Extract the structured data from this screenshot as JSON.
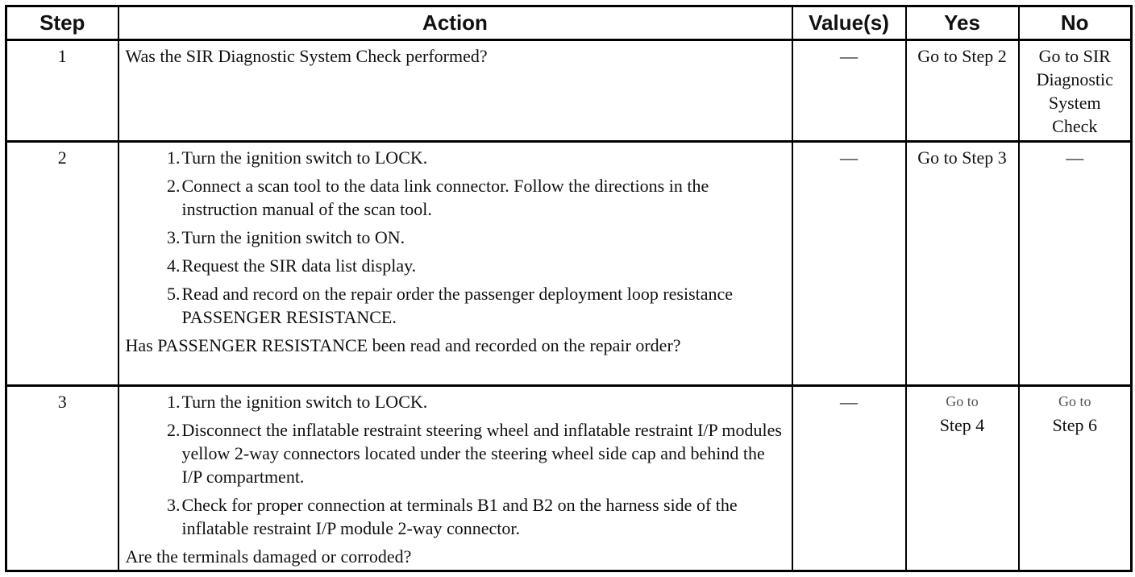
{
  "headers": {
    "step": "Step",
    "action": "Action",
    "values": "Value(s)",
    "yes": "Yes",
    "no": "No"
  },
  "rows": [
    {
      "step": "1",
      "question": "Was the SIR Diagnostic System Check performed?",
      "values": "—",
      "yes": "Go to Step 2",
      "no": "Go to SIR Diagnostic System Check"
    },
    {
      "step": "2",
      "items": [
        {
          "num": "1.",
          "text": "Turn the ignition switch to LOCK."
        },
        {
          "num": "2.",
          "text": "Connect a scan tool to the data link connector. Follow the directions in the instruction manual of the scan tool."
        },
        {
          "num": "3.",
          "text": "Turn the ignition switch to ON."
        },
        {
          "num": "4.",
          "text": "Request the SIR data list display."
        },
        {
          "num": "5.",
          "text": "Read and record on the repair order the passenger deployment loop resistance PASSENGER RESISTANCE."
        }
      ],
      "question": "Has PASSENGER RESISTANCE been read and recorded on the repair order?",
      "values": "—",
      "yes": "Go to Step 3",
      "no": "—"
    },
    {
      "step": "3",
      "items": [
        {
          "num": "1.",
          "text": "Turn the ignition switch to LOCK."
        },
        {
          "num": "2.",
          "text": "Disconnect the inflatable restraint steering wheel and inflatable restraint I/P modules yellow 2-way connectors located under the steering wheel side cap and behind the I/P compartment."
        },
        {
          "num": "3.",
          "text": "Check for proper connection at terminals B1 and B2 on the harness side of the inflatable restraint I/P module 2-way connector."
        }
      ],
      "question": "Are the terminals damaged or corroded?",
      "values": "—",
      "yes_line1": "Go to",
      "yes_line2": "Step 4",
      "no_line1": "Go to",
      "no_line2": "Step 6"
    }
  ]
}
